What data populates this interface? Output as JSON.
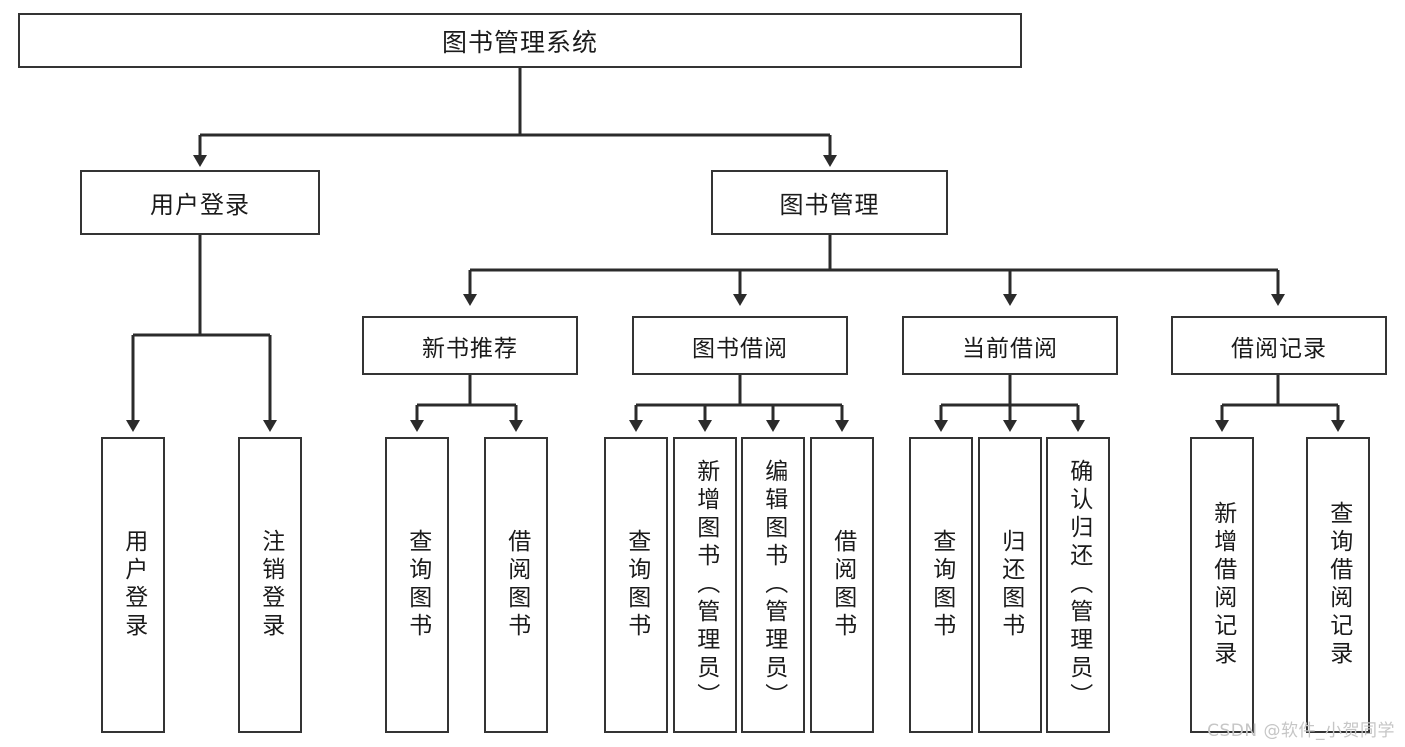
{
  "diagram": {
    "title": "图书管理系统",
    "type": "tree-hierarchy",
    "colors": {
      "background": "#ffffff",
      "box_border": "#343434",
      "box_fill": "#ffffff",
      "text": "#1b1b1b",
      "connector": "#2b2b2b",
      "watermark": "#c6c6c6"
    },
    "root": {
      "label": "图书管理系统"
    },
    "level2": [
      {
        "label": "用户登录"
      },
      {
        "label": "图书管理"
      }
    ],
    "level3": [
      {
        "label": "新书推荐"
      },
      {
        "label": "图书借阅"
      },
      {
        "label": "当前借阅"
      },
      {
        "label": "借阅记录"
      }
    ],
    "leaves": {
      "user_login": [
        {
          "label": "用户登录"
        },
        {
          "label": "注销登录"
        }
      ],
      "new_book": [
        {
          "label": "查询图书"
        },
        {
          "label": "借阅图书"
        }
      ],
      "book_borrow": [
        {
          "label": "查询图书"
        },
        {
          "label": "新增图书（管理员）"
        },
        {
          "label": "编辑图书（管理员）"
        },
        {
          "label": "借阅图书"
        }
      ],
      "current_borrow": [
        {
          "label": "查询图书"
        },
        {
          "label": "归还图书"
        },
        {
          "label": "确认归还（管理员）"
        }
      ],
      "borrow_record": [
        {
          "label": "新增借阅记录"
        },
        {
          "label": "查询借阅记录"
        }
      ]
    }
  },
  "watermark": {
    "text": "CSDN @软件_小贺同学"
  }
}
